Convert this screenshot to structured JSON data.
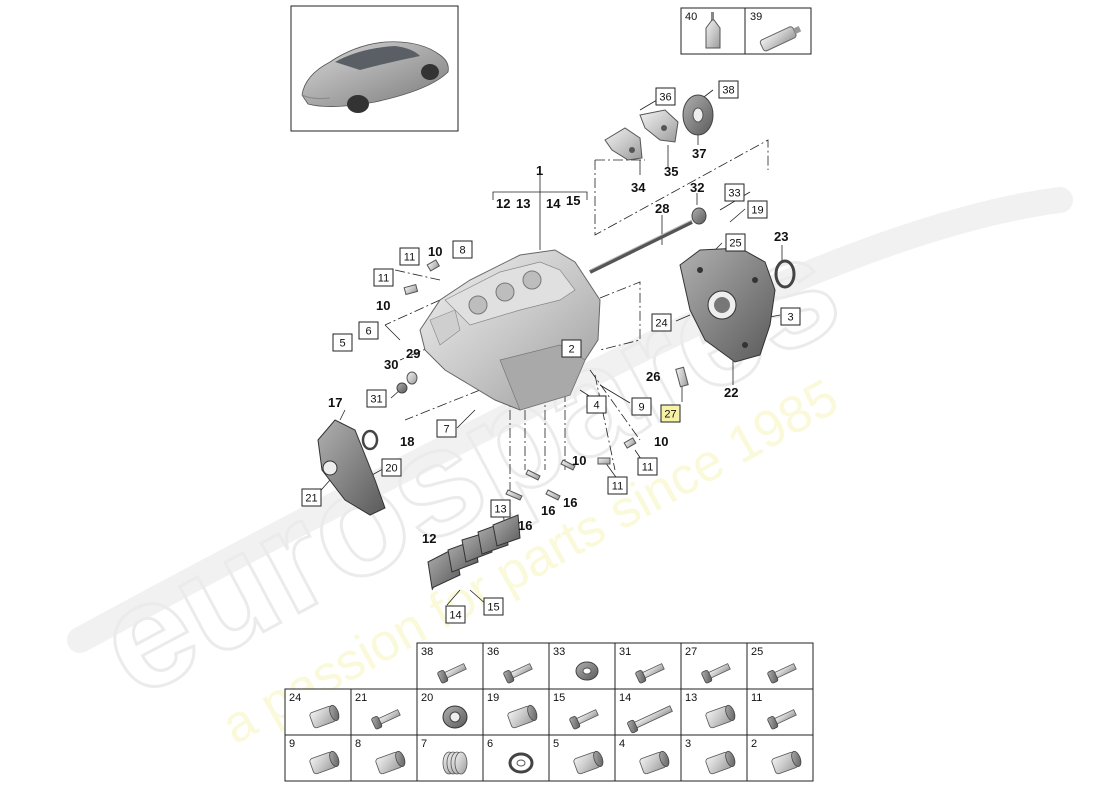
{
  "watermark": {
    "brand": "eurospares",
    "slogan": "a passion for parts since 1985"
  },
  "thumbnail": {
    "label": "vehicle thumbnail"
  },
  "top_table": [
    "40",
    "39"
  ],
  "callouts": {
    "c1": "1",
    "c12a": "12",
    "c13a": "13",
    "c14a": "14",
    "c15a": "15",
    "c10a": "10",
    "c10b": "10",
    "c10c": "10",
    "c10d": "10",
    "c29": "29",
    "c30": "30",
    "c17": "17",
    "c18": "18",
    "c34": "34",
    "c35": "35",
    "c37": "37",
    "c32": "32",
    "c28": "28",
    "c23": "23",
    "c22": "22",
    "c26": "26",
    "c16a": "16",
    "c16b": "16",
    "c16c": "16",
    "c12b": "12"
  },
  "boxed": {
    "b36": "36",
    "b38": "38",
    "b33": "33",
    "b19": "19",
    "b25": "25",
    "b8": "8",
    "b11a": "11",
    "b11b": "11",
    "b6": "6",
    "b5": "5",
    "b31": "31",
    "b2": "2",
    "b24": "24",
    "b3": "3",
    "b4": "4",
    "b9": "9",
    "b27": "27",
    "b7": "7",
    "b11c": "11",
    "b11d": "11",
    "b20": "20",
    "b21": "21",
    "b13": "13",
    "b14": "14",
    "b15": "15"
  },
  "parts_table": {
    "rows": [
      [
        "38",
        "36",
        "33",
        "31",
        "27",
        "25"
      ],
      [
        "24",
        "21",
        "20",
        "19",
        "15",
        "14",
        "13",
        "11"
      ],
      [
        "9",
        "8",
        "7",
        "6",
        "5",
        "4",
        "3",
        "2"
      ]
    ]
  }
}
